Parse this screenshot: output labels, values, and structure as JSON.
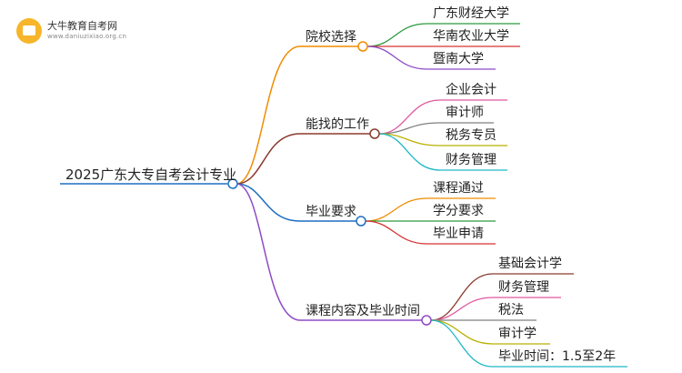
{
  "logo": {
    "name": "大牛教育自考网",
    "url": "www.daniuzixiao.org.cn",
    "badge_color": "#f7b52b"
  },
  "mindmap": {
    "root": "2025广东大专自考会计专业",
    "branches": [
      {
        "label": "院校选择",
        "color": "#f08c00",
        "children": [
          {
            "label": "广东财经大学",
            "color": "#2b9a3e"
          },
          {
            "label": "华南农业大学",
            "color": "#d63333"
          },
          {
            "label": "暨南大学",
            "color": "#8f4bc7"
          }
        ]
      },
      {
        "label": "能找的工作",
        "color": "#8b3a2e",
        "children": [
          {
            "label": "企业会计",
            "color": "#e058a0"
          },
          {
            "label": "审计师",
            "color": "#808080"
          },
          {
            "label": "税务专员",
            "color": "#b8b000"
          },
          {
            "label": "财务管理",
            "color": "#1fb8c8"
          }
        ]
      },
      {
        "label": "毕业要求",
        "color": "#1f6fc0",
        "children": [
          {
            "label": "课程通过",
            "color": "#f08c00"
          },
          {
            "label": "学分要求",
            "color": "#2b9a3e"
          },
          {
            "label": "毕业申请",
            "color": "#d63333"
          }
        ]
      },
      {
        "label": "课程内容及毕业时间",
        "color": "#8f4bc7",
        "children": [
          {
            "label": "基础会计学",
            "color": "#8b3a2e"
          },
          {
            "label": "财务管理",
            "color": "#e058a0"
          },
          {
            "label": "税法",
            "color": "#808080"
          },
          {
            "label": "审计学",
            "color": "#b8b000"
          },
          {
            "label": "毕业时间：1.5至2年",
            "color": "#1fb8c8"
          }
        ]
      }
    ],
    "root_color": "#1f6fc0"
  }
}
